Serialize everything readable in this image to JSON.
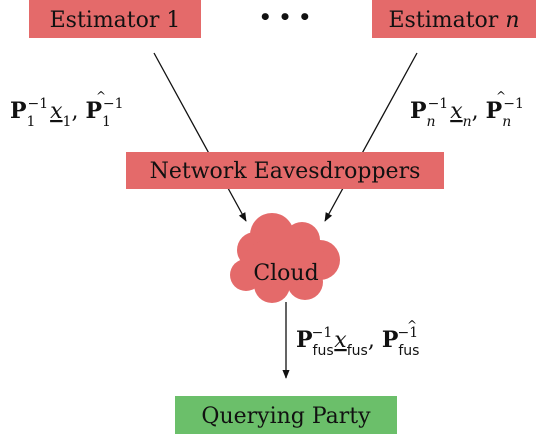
{
  "nodes": {
    "estimator_1": {
      "text": "Estimator 1"
    },
    "ellipsis": {
      "text": "• • •"
    },
    "estimator_n": {
      "prefix": "Estimator ",
      "var": "n"
    },
    "eavesdroppers": {
      "text": "Network Eavesdroppers"
    },
    "cloud": {
      "text": "Cloud"
    },
    "querying_party": {
      "text": "Querying Party"
    }
  },
  "labels": {
    "msg_1": {
      "P": "P",
      "sub": "1",
      "sup": "−1",
      "x": "x",
      "x_sub": "1",
      "sep": ", "
    },
    "msg_n": {
      "P": "P",
      "sub": "n",
      "sup": "−1",
      "x": "x",
      "x_sub": "n",
      "sep": ", "
    },
    "msg_fus": {
      "P": "P",
      "sub": "fus",
      "sup": "−1",
      "x": "x",
      "x_sub": "fus",
      "sep": ", "
    }
  },
  "colors": {
    "estimator_fill": "#e46a6a",
    "eavesdropper_fill": "#e46a6a",
    "cloud_fill": "#e46a6a",
    "querying_fill": "#6bbf6a",
    "line": "#111111"
  }
}
